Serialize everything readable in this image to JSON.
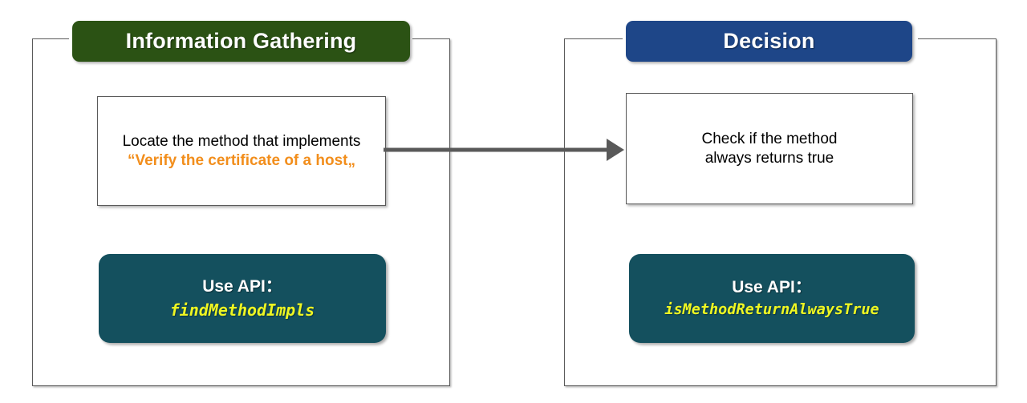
{
  "diagram": {
    "type": "flow",
    "title": "",
    "phases": [
      {
        "id": "information-gathering",
        "title": "Information Gathering",
        "header_color": "#2b5214",
        "step": {
          "line1": "Locate the method that implements",
          "line2_open_quote": "“",
          "line2_highlight": "Verify the certificate of a host",
          "line2_close_quote": "„"
        },
        "api": {
          "label": "Use API：",
          "name": "findMethodImpls",
          "box_color": "#14505e",
          "name_color": "#eef622"
        }
      },
      {
        "id": "decision",
        "title": "Decision",
        "header_color": "#1e4688",
        "step": {
          "line1": "Check if the method",
          "line2": "always returns true"
        },
        "api": {
          "label": "Use API：",
          "name": "isMethodReturnAlwaysTrue",
          "box_color": "#14505e",
          "name_color": "#eef622"
        }
      }
    ],
    "connector": {
      "name": "arrow-right",
      "color": "#595959",
      "from": "information-gathering",
      "to": "decision"
    },
    "colors": {
      "highlight_orange": "#f28e1c",
      "panel_border": "#5a5a5a",
      "background": "#ffffff"
    }
  }
}
